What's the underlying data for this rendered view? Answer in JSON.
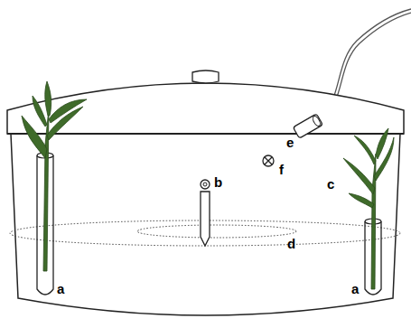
{
  "diagram": {
    "labels": [
      "e",
      "b",
      "f",
      "c",
      "d",
      "a",
      "a"
    ]
  }
}
